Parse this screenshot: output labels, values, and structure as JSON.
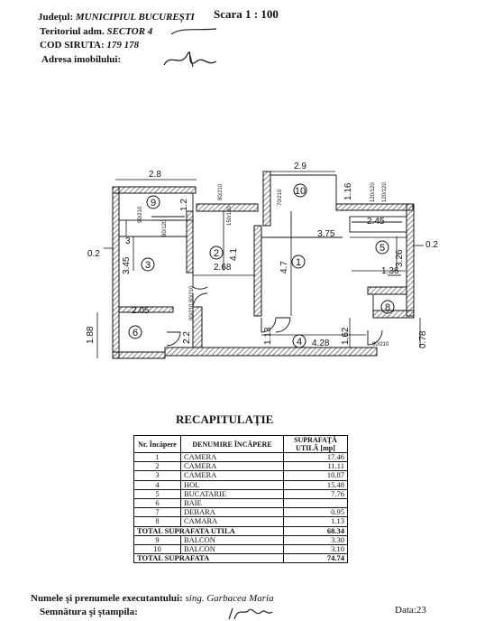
{
  "header": {
    "judet_label": "Judeţul:",
    "judet_value": "MUNICIPIUL BUCUREŞTI",
    "teritoriu_label": "Teritoriul adm.",
    "teritoriu_value": "SECTOR 4",
    "siruta_label": "COD SIRUTA:",
    "siruta_value": "179 178",
    "adresa_label": "Adresa imobilului:",
    "scale": "Scara  1 : 100"
  },
  "plan": {
    "room_numbers": [
      "1",
      "2",
      "3",
      "4",
      "5",
      "6",
      "8",
      "9",
      "10"
    ],
    "dims": {
      "d_2_8": "2.8",
      "d_2_9": "2.9",
      "d_1_2": "1.2",
      "d_1_16": "1.16",
      "d_3": "3",
      "d_0_2a": "0.2",
      "d_0_2b": "0.2",
      "d_3_45": "3.45",
      "d_3_75": "3.75",
      "d_4_1": "4.1",
      "d_2_68": "2.68",
      "d_4_7": "4.7",
      "d_2_45": "2.45",
      "d_3_26": "3.26",
      "d_1_36": "1.36",
      "d_2_05": "2.05",
      "d_1_88": "1.88",
      "d_2_2": "2.2",
      "d_1_13": "1.13",
      "d_1_62": "1.62",
      "d_4_28": "4.28",
      "d_0_78": "0.78"
    },
    "openings": {
      "o1": "90/210",
      "o2": "90/120",
      "o3": "80/210",
      "o4": "120/120",
      "o5": "120/120",
      "o6": "150/120",
      "o7": "80/210",
      "o8": "90/210",
      "o9": "70/210",
      "o10": "90/210"
    }
  },
  "recap": {
    "title": "RECAPITULAŢIE",
    "col_nr": "Nr. Încăpere",
    "col_den": "DENUMIRE ÎNCĂPERE",
    "col_sup": "SUPRAFAŢĂ UTILĂ [mp]",
    "rows": [
      {
        "nr": "1",
        "name": "CAMERA",
        "area": "17.46"
      },
      {
        "nr": "2",
        "name": "CAMERA",
        "area": "11.11"
      },
      {
        "nr": "3",
        "name": "CAMERA",
        "area": "10.87"
      },
      {
        "nr": "4",
        "name": "HOL",
        "area": "15.48"
      },
      {
        "nr": "5",
        "name": "BUCATARIE",
        "area": "7.76"
      },
      {
        "nr": "6",
        "name": "BAIE",
        "area": ""
      },
      {
        "nr": "7",
        "name": "DEBARA",
        "area": "0.95"
      },
      {
        "nr": "8",
        "name": "CAMARA",
        "area": "1.13"
      }
    ],
    "total_utila_label": "TOTAL SUPRAFATA UTILA",
    "total_utila_value": "68.34",
    "balcony_rows": [
      {
        "nr": "9",
        "name": "BALCON",
        "area": "3.30"
      },
      {
        "nr": "10",
        "name": "BALCON",
        "area": "3.10"
      }
    ],
    "total_label": "TOTAL SUPRAFATA",
    "total_value": "74.74"
  },
  "footer": {
    "name_label": "Numele şi prenumele executantului:",
    "name_value": "sing. Garbacea Maria",
    "sign_label": "Semnătura şi ştampila:",
    "date_label": "Data:",
    "date_value": "23"
  }
}
